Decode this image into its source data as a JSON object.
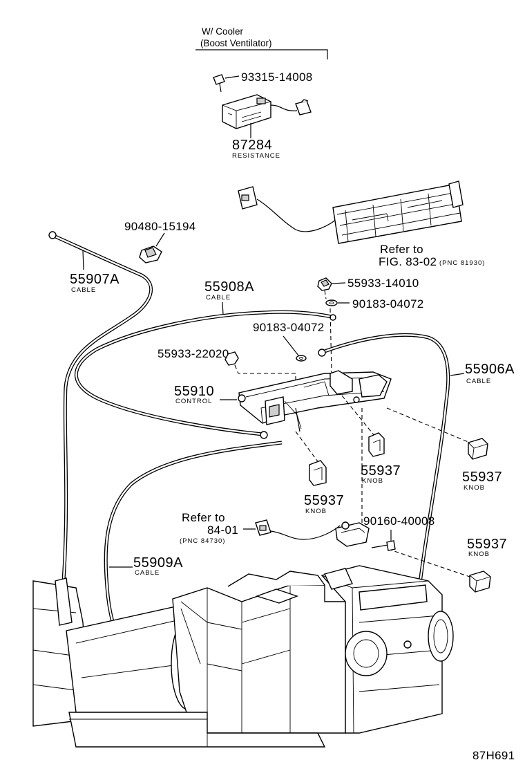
{
  "header": {
    "line1": "W/ Cooler",
    "line2": "(Boost Ventilator)"
  },
  "parts": {
    "screw_93315": "93315-14008",
    "resistance_no": "87284",
    "resistance_name": "RESISTANCE",
    "refer_1_a": "Refer to",
    "refer_1_b": "FIG. 83-02",
    "refer_1_c": "(PNC 81930)",
    "clip_90480": "90480-15194",
    "cable_a_no": "55907A",
    "cable_a_name": "CABLE",
    "cable_b_no": "55908A",
    "cable_b_name": "CABLE",
    "nut_55933_14010": "55933-14010",
    "washer_90183_a": "90183-04072",
    "washer_90183_b": "90183-04072",
    "nut_55933_22020": "55933-22020",
    "control_no": "55910",
    "control_name": "CONTROL",
    "cable_c_no": "55906A",
    "cable_c_name": "CABLE",
    "knob_a_no": "55937",
    "knob_a_name": "KNOB",
    "knob_b_no": "55937",
    "knob_b_name": "KNOB",
    "knob_c_no": "55937",
    "knob_c_name": "KNOB",
    "knob_d_no": "55937",
    "knob_d_name": "KNOB",
    "refer_2_a": "Refer to",
    "refer_2_b": "84-01",
    "refer_2_c": "(PNC 84730)",
    "screw_90160": "90160-40008",
    "cable_d_no": "55909A",
    "cable_d_name": "CABLE"
  },
  "figure_code": "87H691"
}
